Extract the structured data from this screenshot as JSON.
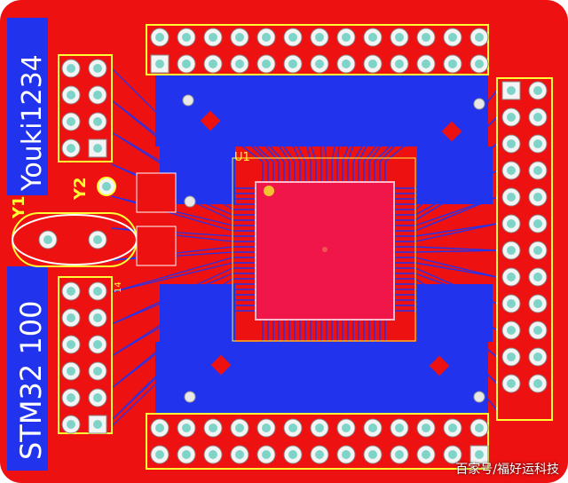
{
  "board": {
    "colors": {
      "copper_top": "#ee1111",
      "copper_bottom": "#2233ee",
      "silkscreen": "#ffff33",
      "pad_drill": "#7fd4c9",
      "chip_body": "#f0164a",
      "white_text": "#ffffff"
    },
    "labels": {
      "brand_vertical": "Youki1234",
      "model_vertical": "STM32 100",
      "chip_designator": "U1",
      "crystal_1": "Y1",
      "crystal_2": "Y2",
      "pin_number": "14"
    }
  },
  "watermark": {
    "text": "百家号/福好运科技"
  }
}
